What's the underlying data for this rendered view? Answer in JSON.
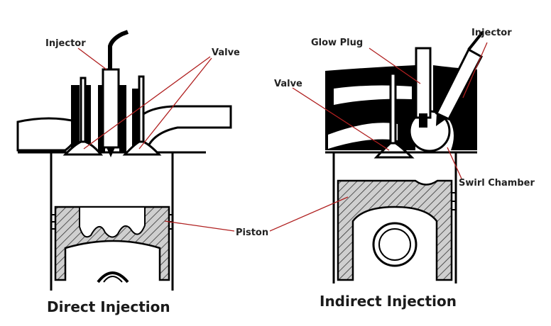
{
  "labels": {
    "injector_left": "Injector",
    "valve_left": "Valve",
    "piston": "Piston",
    "glow_plug": "Glow Plug",
    "injector_right": "Injector",
    "valve_right": "Valve",
    "swirl_chamber": "Swirl Chamber"
  },
  "captions": {
    "direct": "Direct Injection",
    "indirect": "Indirect Injection"
  },
  "colors": {
    "ink": "#000000",
    "leader": "#b02020",
    "hatch_fill": "#cfcfcf",
    "paper": "#ffffff"
  }
}
